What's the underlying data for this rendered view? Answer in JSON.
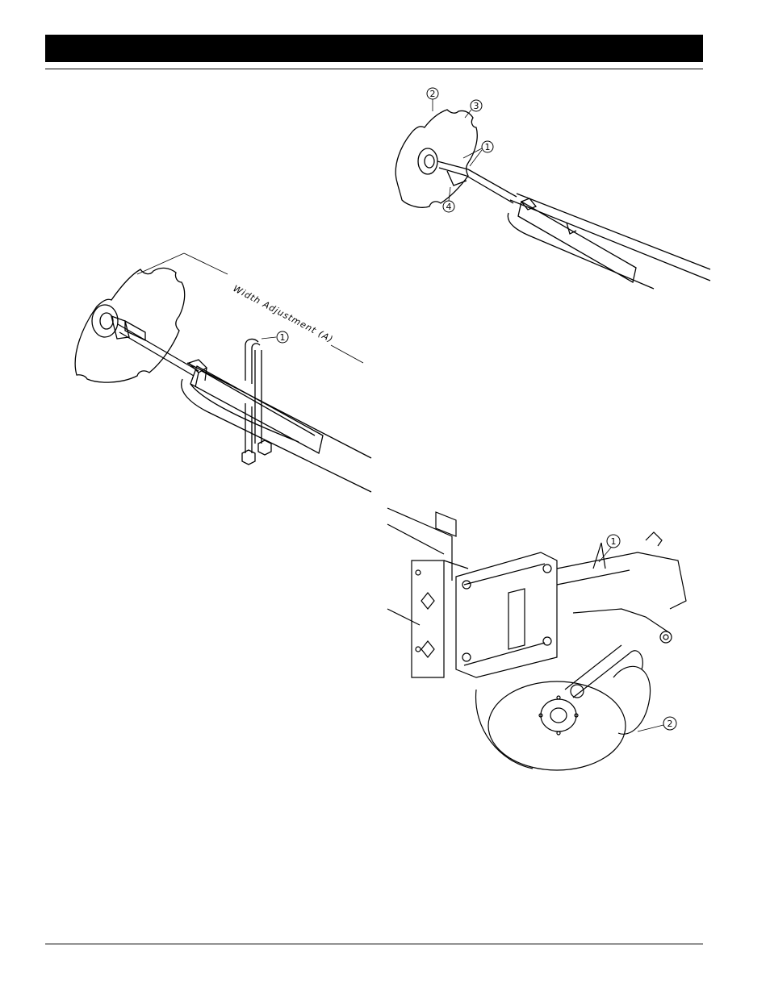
{
  "page": {
    "header_title": "",
    "footer_text": ""
  },
  "figures": {
    "marker_adjust": {
      "dimension_label": "Width Adjustment (A)",
      "callouts": [
        "1"
      ]
    },
    "marker_disc": {
      "callouts": [
        "1",
        "2",
        "3",
        "4"
      ]
    },
    "row_unit": {
      "callouts": [
        "1",
        "2"
      ]
    }
  },
  "icons": {
    "marker_disc": "scalloped-disc-icon",
    "callout": "circled-number-callout"
  }
}
